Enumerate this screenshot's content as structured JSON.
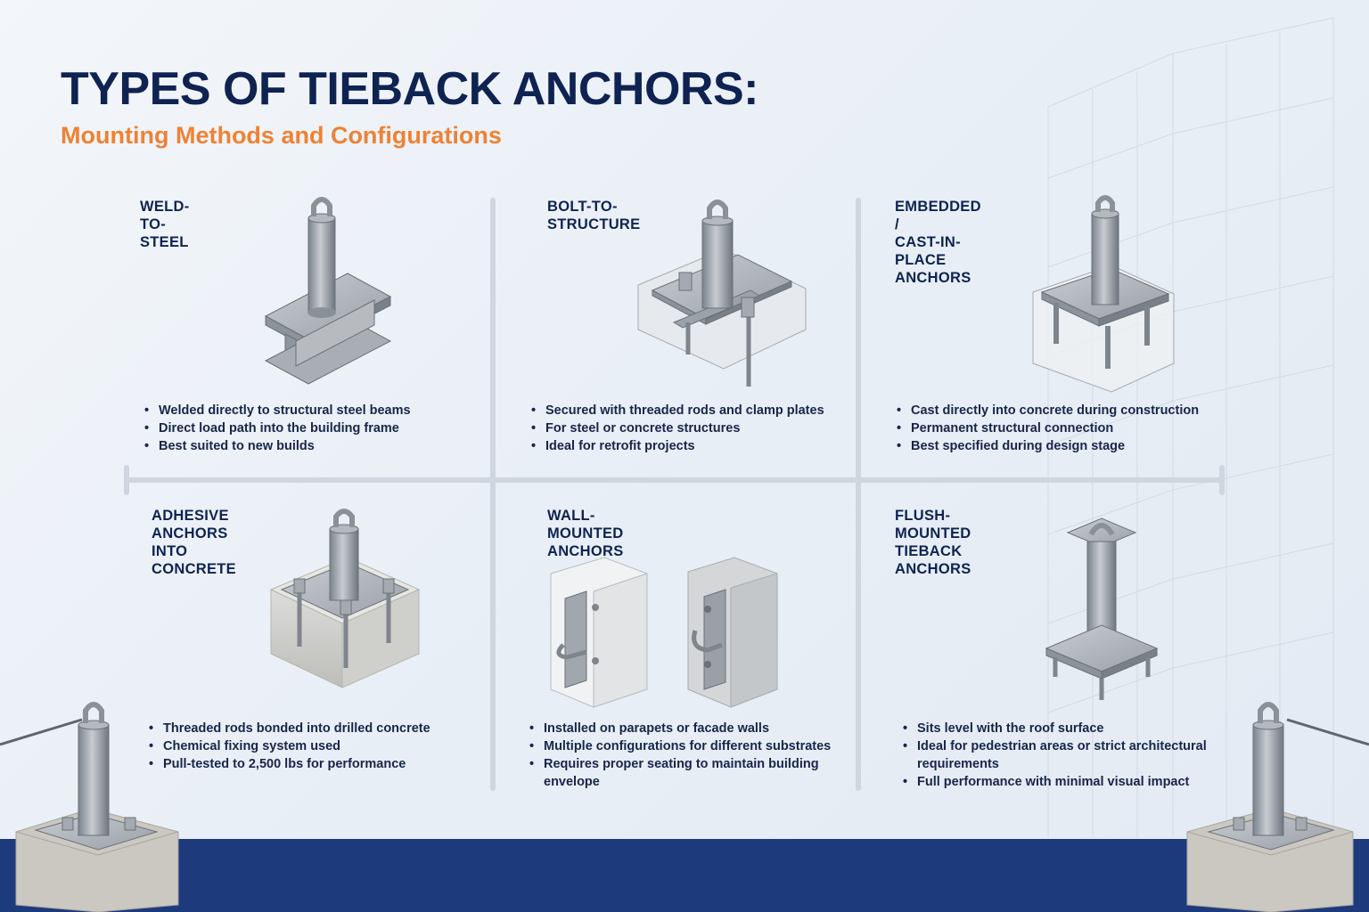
{
  "header": {
    "title": "TYPES OF TIEBACK ANCHORS:",
    "subtitle": "Mounting Methods and Configurations"
  },
  "cards": [
    {
      "title": "WELD-TO-STEEL",
      "bullets": [
        "Welded directly to structural steel beams",
        "Direct load path into the building frame",
        "Best suited to new builds"
      ]
    },
    {
      "title": "BOLT-TO-\nSTRUCTURE",
      "bullets": [
        "Secured with threaded rods and clamp plates",
        "For steel or concrete structures",
        "Ideal for retrofit projects"
      ]
    },
    {
      "title": "EMBEDDED /\nCAST-IN-PLACE\nANCHORS",
      "bullets": [
        "Cast directly into concrete during construction",
        "Permanent structural connection",
        "Best specified during design stage"
      ]
    },
    {
      "title": "ADHESIVE\nANCHORS INTO\nCONCRETE",
      "bullets": [
        "Threaded rods bonded into drilled concrete",
        "Chemical fixing system used",
        "Pull-tested to 2,500 lbs for performance"
      ]
    },
    {
      "title": "WALL-MOUNTED ANCHORS",
      "bullets": [
        "Installed on parapets or facade walls",
        "Multiple configurations for different substrates",
        "Requires proper seating to maintain building envelope"
      ]
    },
    {
      "title": "FLUSH-MOUNTED\nTIEBACK ANCHORS",
      "bullets": [
        "Sits level with the roof surface",
        "Ideal for pedestrian areas or strict architectural requirements",
        "Full performance with minimal visual impact"
      ]
    }
  ],
  "colors": {
    "navy": "#0e2352",
    "orange": "#ee8234",
    "footer": "#1d3a7d",
    "steel": "#9ea4ab"
  }
}
